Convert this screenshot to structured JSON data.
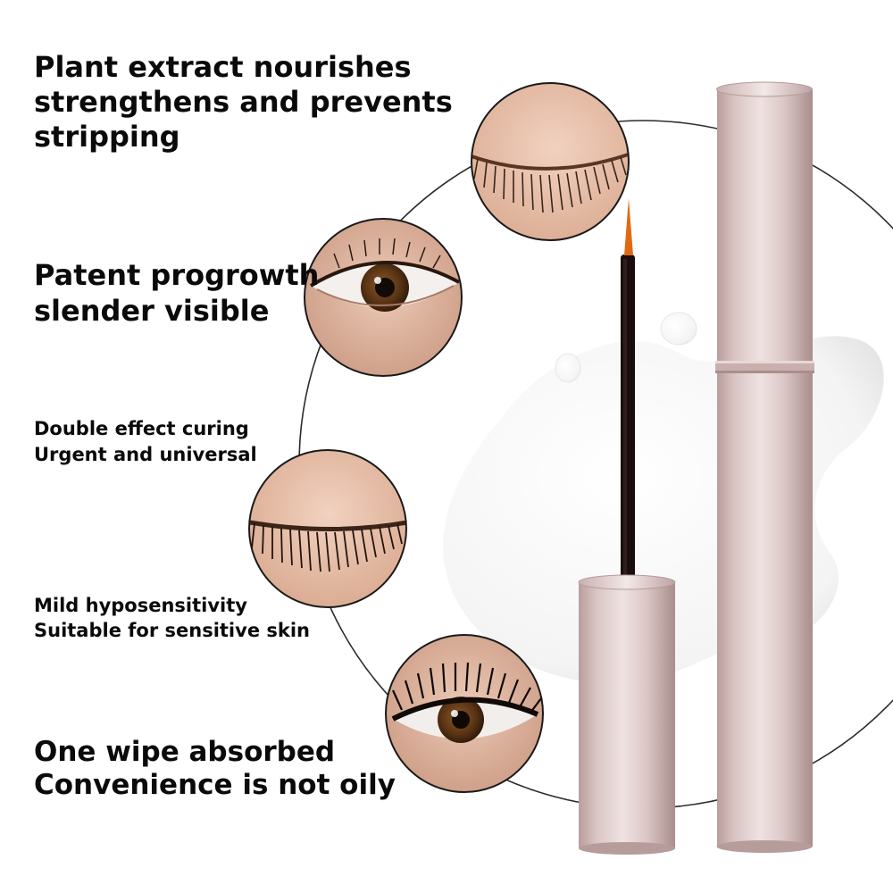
{
  "features": [
    {
      "lines": [
        "Plant extract nourishes",
        "strengthens and prevents",
        "stripping"
      ]
    },
    {
      "lines": [
        "Patent progrowth",
        "slender visible"
      ]
    },
    {
      "lines": [
        "Double effect curing",
        "Urgent and universal"
      ]
    },
    {
      "lines": [
        "Mild hyposensitivity",
        "Suitable for sensitive skin"
      ]
    },
    {
      "lines": [
        "One wipe absorbed",
        "Convenience is not oily"
      ]
    }
  ],
  "product": {
    "tube_color": "#d9c3c2",
    "brush_tip_color": "#e06a10",
    "wand_color": "#1a0d0d"
  }
}
